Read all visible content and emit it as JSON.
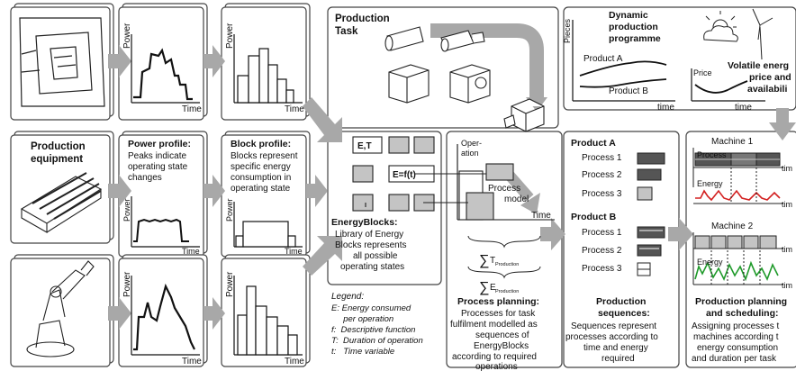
{
  "axes": {
    "power": "Power",
    "time": "Time",
    "pieces": "Pieces",
    "time_lower": "time",
    "price": "Price"
  },
  "equipment": {
    "title_line1": "Production",
    "title_line2": "equipment"
  },
  "power_profile": {
    "title": "Power profile:",
    "lines": [
      "Peaks indicate",
      "operating state",
      "changes"
    ]
  },
  "block_profile": {
    "title": "Block profile:",
    "lines": [
      "Blocks represent",
      "specific energy",
      "consumption in",
      "operating state"
    ]
  },
  "production_task": {
    "line1": "Production",
    "line2": "Task"
  },
  "energy_blocks": {
    "box1": "E,T",
    "box2": "E=f(t)",
    "title": "EnergyBlocks:",
    "lines": [
      "Library of Energy",
      "Blocks represents",
      "all possible",
      "operating states"
    ]
  },
  "legend": {
    "title": "Legend:",
    "items": [
      "E: Energy consumed",
      "     per operation",
      "f:  Descriptive function",
      "T:  Duration of operation",
      "t:   Time variable"
    ]
  },
  "process_model": {
    "operation_line1": "Oper-",
    "operation_line2": "ation",
    "label_line1": "Process",
    "label_line2": "model",
    "time": "Time",
    "sum_t": "T",
    "sum_t_sub": "Production",
    "sum_e": "E",
    "sum_e_sub": "Production"
  },
  "process_planning": {
    "title": "Process planning:",
    "lines": [
      "Processes for task",
      "fulfilment modelled as",
      "sequences of",
      "EnergyBlocks",
      "according to required",
      "operations"
    ]
  },
  "dynamic_programme": {
    "title_lines": [
      "Dynamic",
      "production",
      "programme"
    ],
    "product_a": "Product A",
    "product_b": "Product B"
  },
  "volatile": {
    "lines": [
      "Volatile energ",
      "price and",
      "availabili"
    ]
  },
  "sequences": {
    "product_a": "Product A",
    "product_b": "Product B",
    "processes": [
      "Process 1",
      "Process 2",
      "Process 3"
    ],
    "title_lines": [
      "Production",
      "sequences:"
    ],
    "lines": [
      "Sequences represent",
      "processes according to",
      "time and energy",
      "required"
    ]
  },
  "scheduling": {
    "machine1": "Machine 1",
    "machine2": "Machine 2",
    "process": "Process",
    "energy": "Energy",
    "time_cut": "tim",
    "title_lines": [
      "Production planning",
      "and scheduling:"
    ],
    "lines": [
      "Assigning processes t",
      "machines according t",
      "energy consumption",
      "and duration per task"
    ]
  },
  "colors": {
    "arrow": "#a8a8a8",
    "block": "#c4c4c4",
    "dark_block": "#555555",
    "energy_red": "#d32020",
    "energy_green": "#1f9a2a",
    "frame": "#8a8a8a"
  }
}
